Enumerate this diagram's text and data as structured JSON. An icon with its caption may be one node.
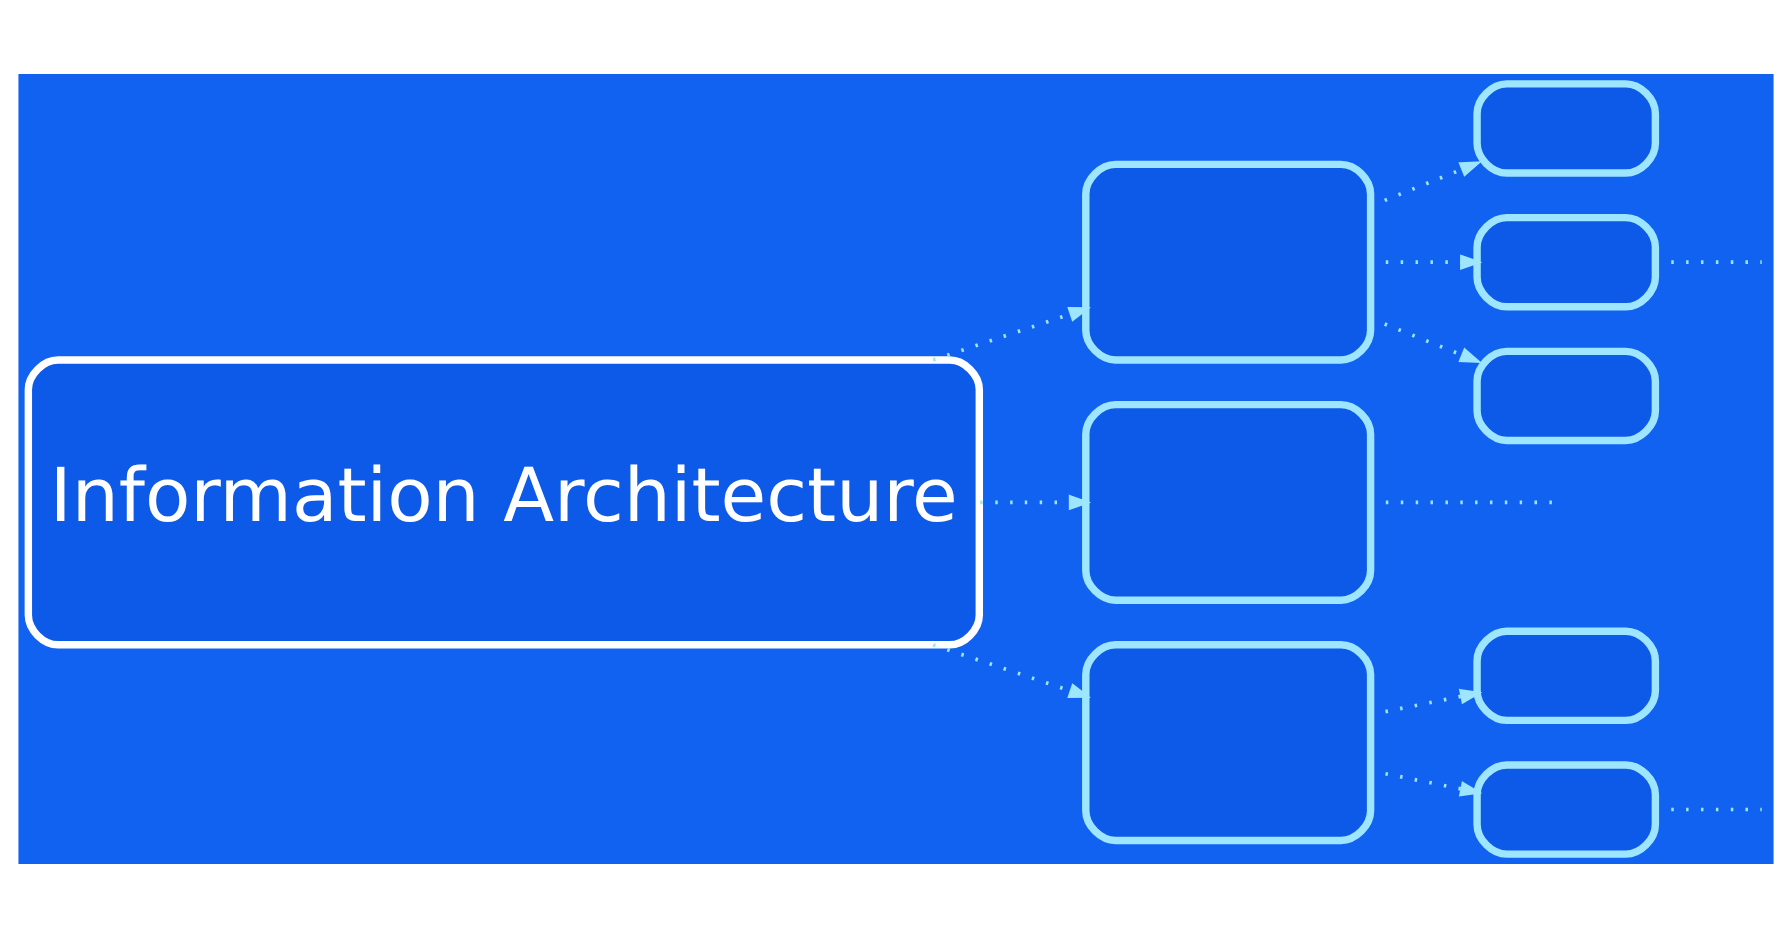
{
  "diagram": {
    "nodes": [
      {
        "text": [
          "Information Architecture"
        ]
      },
      {
        "text": [],
        "shape": "box"
      },
      {
        "text": [],
        "shape": "box"
      },
      {
        "text": [],
        "shape": "box"
      },
      {
        "text": [],
        "shape": "box"
      },
      {
        "text": [],
        "shape": "box"
      },
      {
        "text": [],
        "shape": "box"
      },
      {
        "text": [],
        "shape": "box"
      },
      {
        "text": [],
        "shape": "box"
      }
    ],
    "edges": [
      {
        "from": 0,
        "to": 1,
        "arrow": "to"
      },
      {
        "from": 0,
        "to": 2,
        "arrow": "to"
      },
      {
        "from": 0,
        "to": 3,
        "arrow": "to"
      },
      {
        "from": 1,
        "to": 4,
        "arrow": "to"
      },
      {
        "from": 1,
        "to": 5,
        "arrow": "to"
      },
      {
        "from": 1,
        "to": 6,
        "arrow": "to"
      },
      {
        "from": 2,
        "to": null,
        "arrow": "none"
      },
      {
        "from": 5,
        "to": null,
        "arrow": "none"
      },
      {
        "from": 3,
        "to": 7,
        "arrow": "to"
      },
      {
        "from": 3,
        "to": 8,
        "arrow": "to"
      },
      {
        "from": 8,
        "to": null,
        "arrow": "none"
      }
    ]
  }
}
